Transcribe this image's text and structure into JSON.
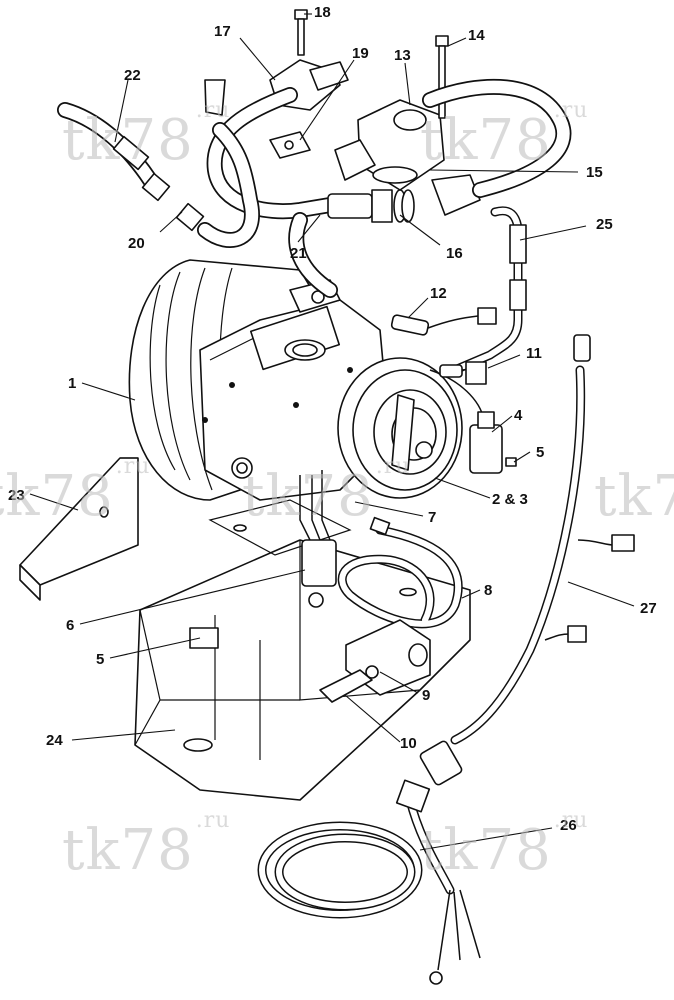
{
  "watermark": "tk78",
  "watermark_sup": ".ru",
  "callouts": {
    "c1": "1",
    "c23": "2 & 3",
    "c4": "4",
    "c5a": "5",
    "c5b": "5",
    "c6": "6",
    "c7": "7",
    "c8": "8",
    "c9": "9",
    "c10": "10",
    "c11": "11",
    "c12": "12",
    "c13": "13",
    "c14": "14",
    "c15": "15",
    "c16": "16",
    "c17": "17",
    "c18": "18",
    "c19": "19",
    "c20": "20",
    "c21": "21",
    "c22": "22",
    "c23b": "23",
    "c24": "24",
    "c25": "25",
    "c26": "26",
    "c27": "27"
  }
}
